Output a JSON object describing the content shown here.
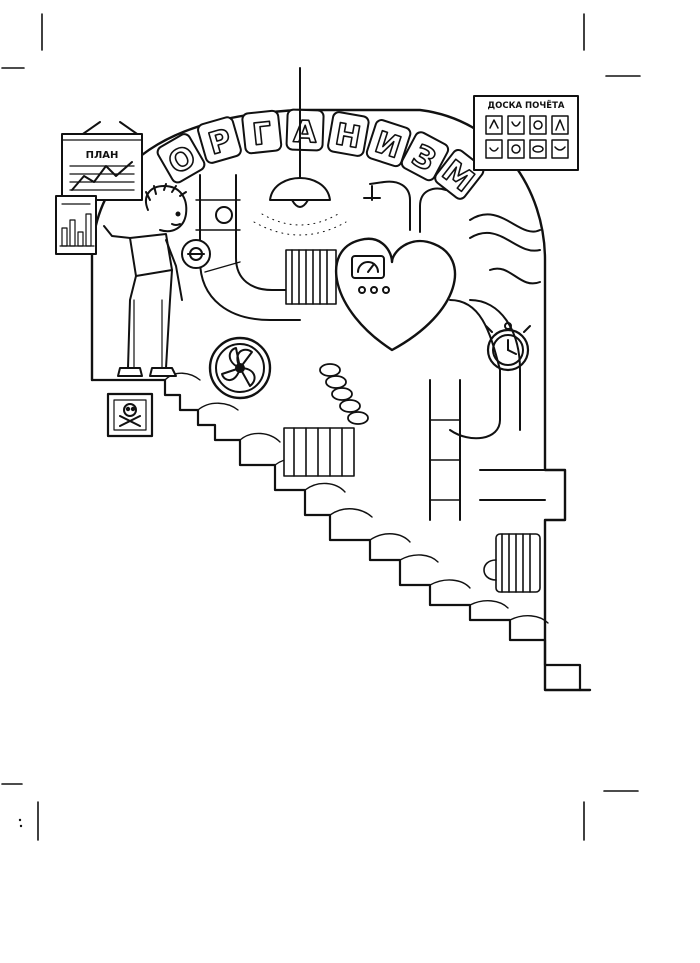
{
  "page": {
    "background": "#ffffff",
    "ink": "#111111"
  },
  "title_letters": [
    "О",
    "Р",
    "Г",
    "А",
    "Н",
    "И",
    "З",
    "М"
  ],
  "signs": {
    "plan_board": "ПЛАН",
    "honor_board": "ДОСКА ПОЧЁТА"
  },
  "icons": [
    "crop-mark-icon",
    "chart-icon",
    "lamp-icon",
    "heart-machine-icon",
    "fan-icon",
    "clock-icon",
    "skull-crossbones-icon",
    "gear-icon",
    "gauge-icon",
    "boy-figure-icon"
  ]
}
